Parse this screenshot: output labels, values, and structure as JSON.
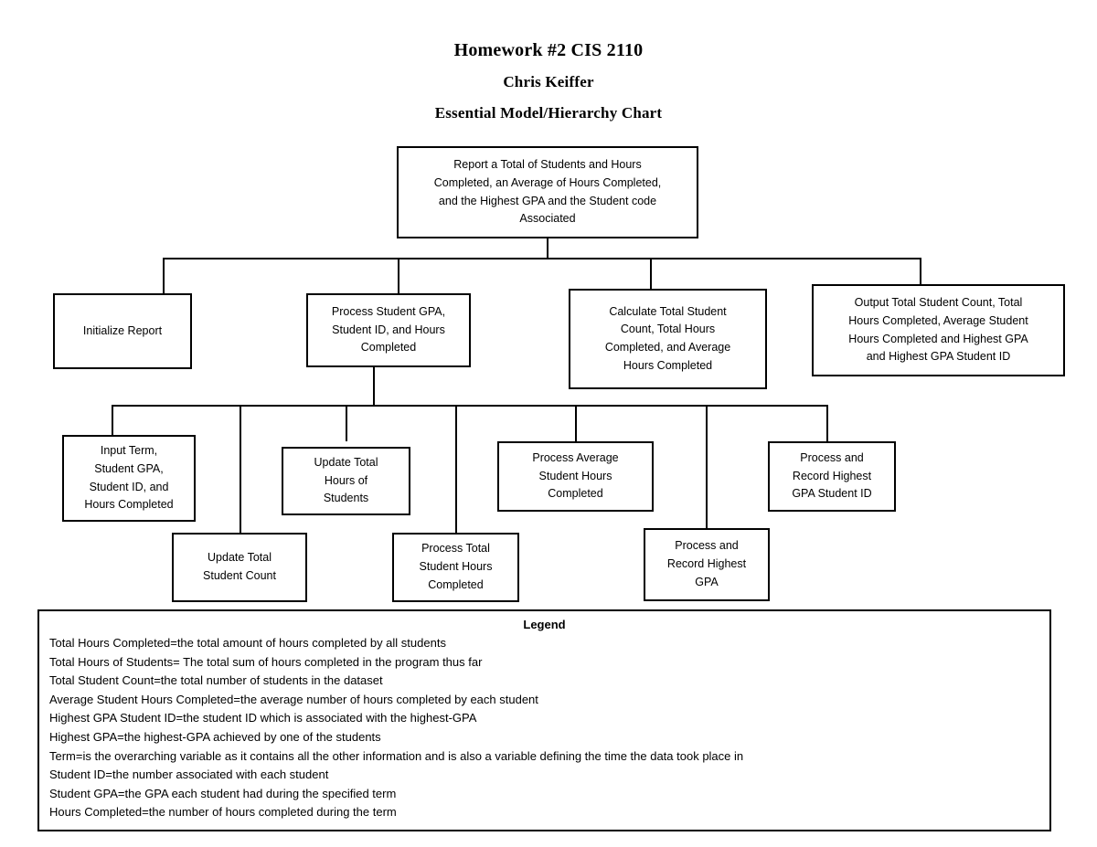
{
  "document": {
    "title": "Homework #2 CIS 2110",
    "author": "Chris Keiffer",
    "subtitle": "Essential Model/Hierarchy Chart"
  },
  "chart_data": {
    "type": "diagram",
    "diagram_type": "hierarchy-chart",
    "title": "Essential Model/Hierarchy Chart",
    "levels": 3,
    "nodes": [
      {
        "id": "root",
        "level": 0,
        "label": "Report a Total of Students and Hours Completed, an Average of Hours Completed, and the Highest GPA and the Student code Associated"
      },
      {
        "id": "n1",
        "level": 1,
        "parent": "root",
        "label": "Initialize Report"
      },
      {
        "id": "n2",
        "level": 1,
        "parent": "root",
        "label": "Process Student GPA, Student ID, and Hours Completed"
      },
      {
        "id": "n3",
        "level": 1,
        "parent": "root",
        "label": "Calculate Total Student Count, Total Hours Completed, and Average Hours Completed"
      },
      {
        "id": "n4",
        "level": 1,
        "parent": "root",
        "label": "Output Total Student Count, Total Hours Completed, Average Student Hours Completed and Highest GPA and Highest GPA Student ID"
      },
      {
        "id": "n5",
        "level": 2,
        "parent": "n2",
        "label": "Input Term, Student GPA, Student ID, and Hours Completed"
      },
      {
        "id": "n6",
        "level": 2,
        "parent": "n2",
        "label": "Update Total Student Count"
      },
      {
        "id": "n7",
        "level": 2,
        "parent": "n2",
        "label": "Update Total Hours of Students"
      },
      {
        "id": "n8",
        "level": 2,
        "parent": "n2",
        "label": "Process Total Student Hours Completed"
      },
      {
        "id": "n9",
        "level": 2,
        "parent": "n2",
        "label": "Process Average Student Hours Completed"
      },
      {
        "id": "n10",
        "level": 2,
        "parent": "n2",
        "label": "Process and Record Highest GPA"
      },
      {
        "id": "n11",
        "level": 2,
        "parent": "n2",
        "label": "Process and Record Highest GPA Student ID"
      }
    ]
  },
  "nodes": {
    "root": {
      "line1": "Report a Total of Students and Hours",
      "line2": "Completed, an Average of Hours Completed,",
      "line3": "and the Highest GPA and the Student code",
      "line4": "Associated"
    },
    "initialize_report": {
      "line1": "Initialize Report"
    },
    "process_student_gpa": {
      "line1": "Process Student GPA,",
      "line2": "Student ID, and Hours",
      "line3": "Completed"
    },
    "calculate_totals": {
      "line1": "Calculate Total Student",
      "line2": "Count, Total Hours",
      "line3": "Completed, and Average",
      "line4": "Hours Completed"
    },
    "output_totals": {
      "line1": "Output Total Student Count, Total",
      "line2": "Hours Completed, Average Student",
      "line3": "Hours Completed and Highest GPA",
      "line4": "and Highest GPA Student ID"
    },
    "input_term": {
      "line1": "Input Term,",
      "line2": "Student GPA,",
      "line3": "Student ID, and",
      "line4": "Hours Completed"
    },
    "update_student_count": {
      "line1": "Update Total",
      "line2": "Student Count"
    },
    "update_total_hours": {
      "line1": "Update Total",
      "line2": "Hours of",
      "line3": "Students"
    },
    "process_total_hours": {
      "line1": "Process Total",
      "line2": "Student Hours",
      "line3": "Completed"
    },
    "process_average_hours": {
      "line1": "Process Average",
      "line2": "Student Hours",
      "line3": "Completed"
    },
    "process_highest_gpa": {
      "line1": "Process and",
      "line2": "Record Highest",
      "line3": "GPA"
    },
    "process_highest_gpa_id": {
      "line1": "Process and",
      "line2": "Record Highest",
      "line3": "GPA Student ID"
    }
  },
  "legend": {
    "title": "Legend",
    "entries": [
      "Total Hours Completed=the total amount of hours completed by all students",
      "Total Hours of Students= The total sum of hours completed in the program thus far",
      "Total Student Count=the total number of students in the dataset",
      "Average Student Hours Completed=the average number of hours completed by each student",
      "Highest GPA Student ID=the student ID which is associated with the highest-GPA",
      "Highest GPA=the highest-GPA achieved by one of the students",
      "Term=is the overarching variable as it contains all the other information and is also a variable defining the time the data took place in",
      "Student ID=the number associated with each student",
      "Student GPA=the GPA each student had during the specified term",
      "Hours Completed=the number of hours completed during the term"
    ]
  }
}
